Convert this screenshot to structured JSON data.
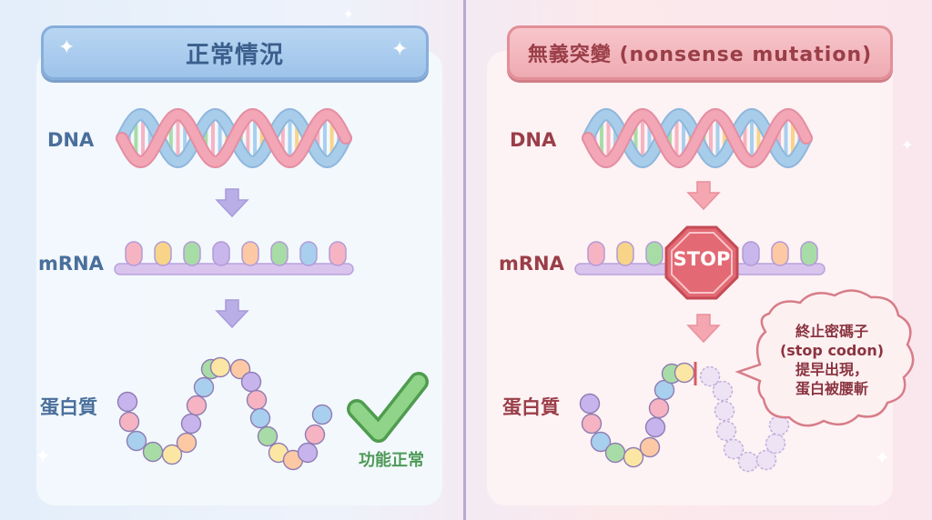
{
  "left_panel": {
    "title": "正常情況",
    "labels": {
      "dna": "DNA",
      "mrna": "mRNA",
      "protein": "蛋白質"
    },
    "result": "功能正常"
  },
  "right_panel": {
    "title": "無義突變 (nonsense mutation)",
    "labels": {
      "dna": "DNA",
      "mrna": "mRNA",
      "protein": "蛋白質"
    },
    "stop_sign": "STOP",
    "note_lines": [
      "終止密碼子",
      "(stop codon)",
      "提早出現，",
      "蛋白被腰斬"
    ]
  },
  "colors": {
    "strand_pink": "#f2a6b6",
    "strand_blue": "#a8cdea",
    "arrow_left": "#b9aee6",
    "arrow_right": "#f4a7b1",
    "stop_red": "#e36a74",
    "check_green": "#7fc77a",
    "bead_colors": [
      "#c8b4ec",
      "#f6b3c2",
      "#a8cfee",
      "#a8dca6",
      "#fce6a4",
      "#fcc9a4"
    ]
  },
  "icons": [
    "dna-helix-icon",
    "arrow-down-icon",
    "mrna-strand-icon",
    "protein-chain-icon",
    "stop-sign-icon",
    "checkmark-icon",
    "speech-cloud-icon",
    "sparkle-icon"
  ]
}
